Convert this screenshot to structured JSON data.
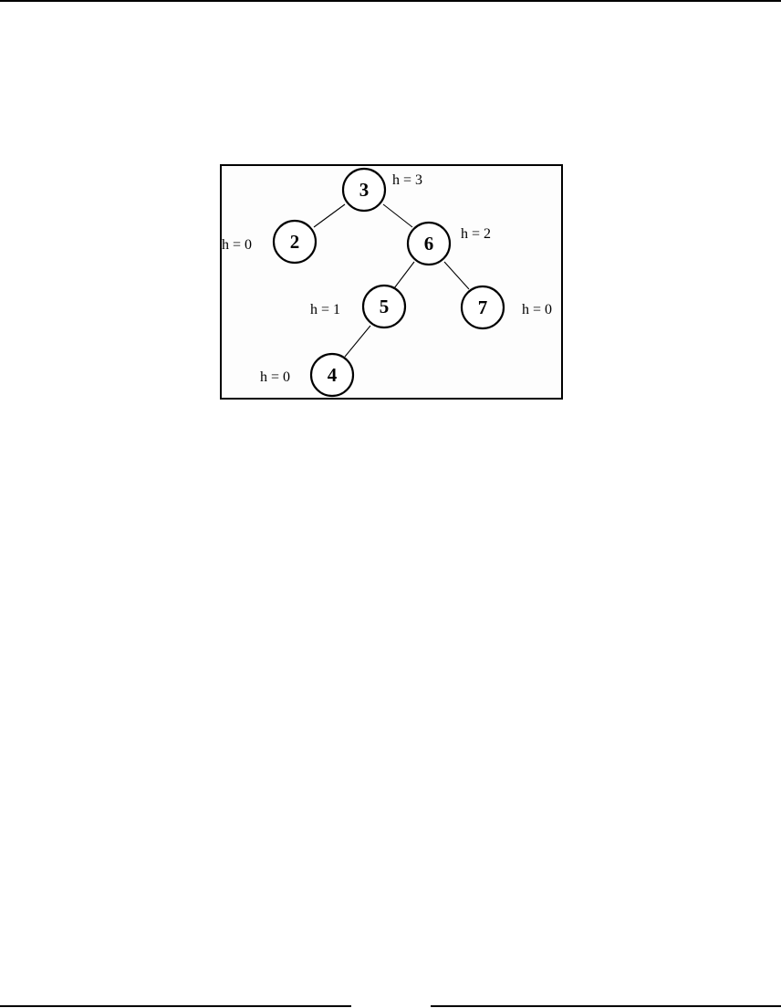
{
  "tree": {
    "nodes": [
      {
        "id": "3",
        "label": "3",
        "height_label": "h = 3"
      },
      {
        "id": "2",
        "label": "2",
        "height_label": "h = 0"
      },
      {
        "id": "6",
        "label": "6",
        "height_label": "h = 2"
      },
      {
        "id": "5",
        "label": "5",
        "height_label": "h = 1"
      },
      {
        "id": "7",
        "label": "7",
        "height_label": "h = 0"
      },
      {
        "id": "4",
        "label": "4",
        "height_label": "h = 0"
      }
    ],
    "edges": [
      {
        "from": "3",
        "to": "2"
      },
      {
        "from": "3",
        "to": "6"
      },
      {
        "from": "6",
        "to": "5"
      },
      {
        "from": "6",
        "to": "7"
      },
      {
        "from": "5",
        "to": "4"
      }
    ]
  }
}
